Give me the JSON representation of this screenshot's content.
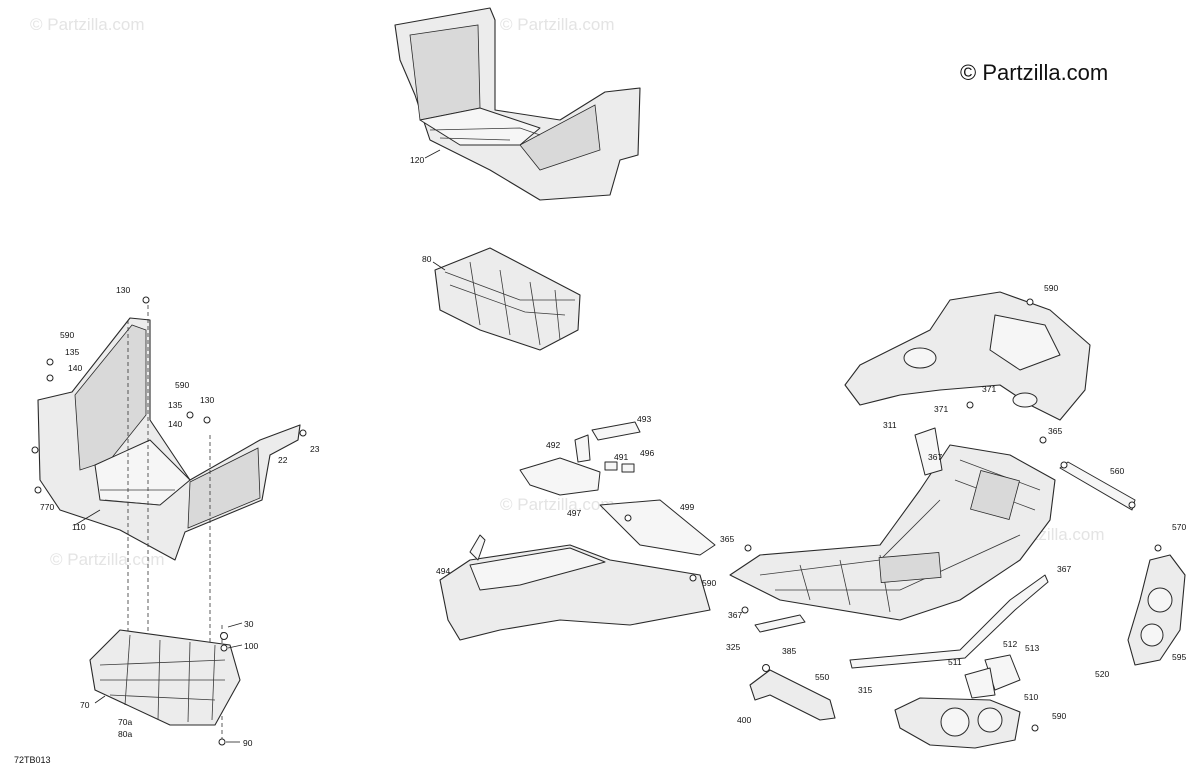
{
  "copyright": "© Partzilla.com",
  "watermark": "© Partzilla.com",
  "diagram_code": "72TB013",
  "callouts": {
    "c120": "120",
    "c80": "80",
    "c130a": "130",
    "c590a": "590",
    "c135a": "135",
    "c140a": "140",
    "c590b": "590",
    "c135b": "135",
    "c130b": "130",
    "c140b": "140",
    "c22": "22",
    "c23": "23",
    "c770": "770",
    "c110": "110",
    "c30": "30",
    "c100": "100",
    "c70": "70",
    "c70a": "70a",
    "c80a": "80a",
    "c90": "90",
    "c493": "493",
    "c492": "492",
    "c491": "491",
    "c496": "496",
    "c497": "497",
    "c499": "499",
    "c494": "494",
    "c590c": "590",
    "c365a": "365",
    "c367a": "367",
    "c325": "325",
    "c385": "385",
    "c550": "550",
    "c400": "400",
    "c315": "315",
    "c590d": "590",
    "c371a": "371",
    "c371b": "371",
    "c311": "311",
    "c365b": "365",
    "c367b": "367",
    "c560": "560",
    "c367c": "367",
    "c512": "512",
    "c513": "513",
    "c511": "511",
    "c510": "510",
    "c590e": "590",
    "c570": "570",
    "c520": "520",
    "c595": "595"
  }
}
